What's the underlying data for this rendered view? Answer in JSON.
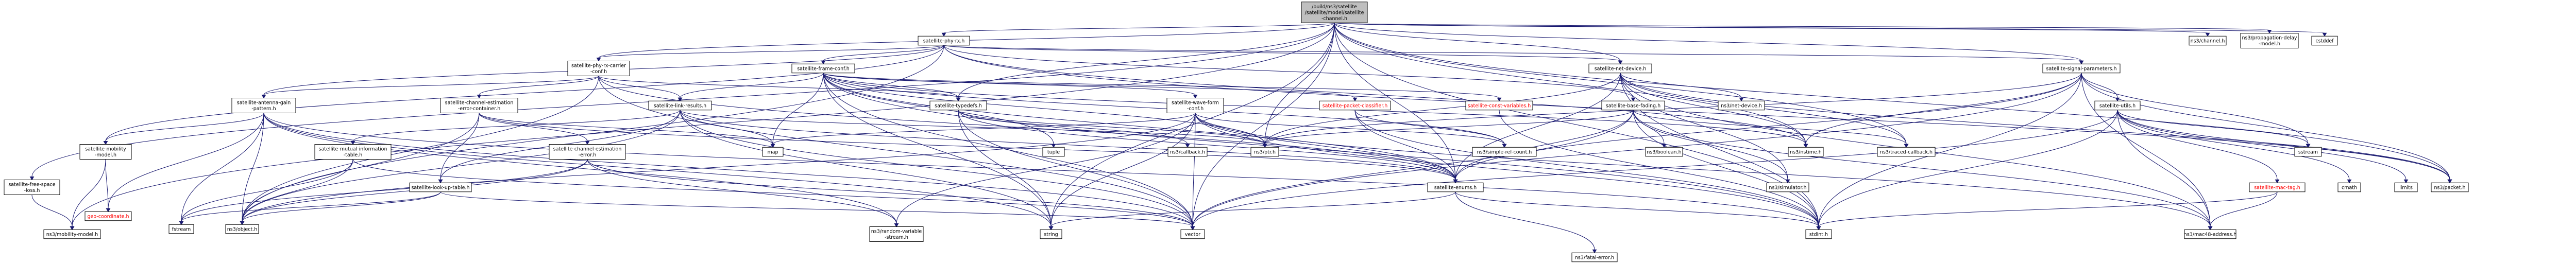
{
  "colors": {
    "root_fill": "#bfbfbf",
    "node_fill": "#ffffff",
    "edge": "#191970",
    "missing_text": "#ff0000"
  },
  "nodes": [
    {
      "id": "root",
      "lines": [
        "/build/ns3/satellite",
        "/satellite/model/satellite",
        "-channel.h"
      ],
      "kind": "root"
    },
    {
      "id": "phy_rx",
      "lines": [
        "satellite-phy-rx.h"
      ]
    },
    {
      "id": "free_space",
      "lines": [
        "satellite-free-space",
        "-loss.h"
      ]
    },
    {
      "id": "phy_rx_carrier",
      "lines": [
        "satellite-phy-rx-carrier",
        "-conf.h"
      ]
    },
    {
      "id": "net_device",
      "lines": [
        "satellite-net-device.h"
      ]
    },
    {
      "id": "signal_params",
      "lines": [
        "satellite-signal-parameters.h"
      ]
    },
    {
      "id": "channel_ns",
      "lines": [
        "ns3/channel.h"
      ]
    },
    {
      "id": "prop_delay",
      "lines": [
        "ns3/propagation-delay",
        "-model.h"
      ]
    },
    {
      "id": "cstddef",
      "lines": [
        "cstddef"
      ]
    },
    {
      "id": "frame_conf",
      "lines": [
        "satellite-frame-conf.h"
      ]
    },
    {
      "id": "antenna_gain",
      "lines": [
        "satellite-antenna-gain",
        "-pattern.h"
      ]
    },
    {
      "id": "chan_est_container",
      "lines": [
        "satellite-channel-estimation",
        "-error-container.h"
      ]
    },
    {
      "id": "link_results",
      "lines": [
        "satellite-link-results.h"
      ]
    },
    {
      "id": "typedefs",
      "lines": [
        "satellite-typedefs.h"
      ]
    },
    {
      "id": "wave_form",
      "lines": [
        "satellite-wave-form",
        "-conf.h"
      ]
    },
    {
      "id": "packet_classifier",
      "lines": [
        "satellite-packet-classifier.h"
      ],
      "missing": true
    },
    {
      "id": "const_vars",
      "lines": [
        "satellite-const-variables.h"
      ],
      "missing": true
    },
    {
      "id": "base_fading",
      "lines": [
        "satellite-base-fading.h"
      ]
    },
    {
      "id": "net_device_ns",
      "lines": [
        "ns3/net-device.h"
      ]
    },
    {
      "id": "utils",
      "lines": [
        "satellite-utils.h"
      ]
    },
    {
      "id": "mobility_model",
      "lines": [
        "satellite-mobility",
        "-model.h"
      ]
    },
    {
      "id": "mutual_info",
      "lines": [
        "satellite-mutual-information",
        "-table.h"
      ]
    },
    {
      "id": "look_up",
      "lines": [
        "satellite-look-up-table.h"
      ]
    },
    {
      "id": "chan_est_error",
      "lines": [
        "satellite-channel-estimation",
        "-error.h"
      ]
    },
    {
      "id": "map",
      "lines": [
        "map"
      ]
    },
    {
      "id": "callback",
      "lines": [
        "ns3/callback.h"
      ]
    },
    {
      "id": "tuple",
      "lines": [
        "tuple"
      ]
    },
    {
      "id": "ptr",
      "lines": [
        "ns3/ptr.h"
      ]
    },
    {
      "id": "simple_ref",
      "lines": [
        "ns3/simple-ref-count.h"
      ]
    },
    {
      "id": "enums",
      "lines": [
        "satellite-enums.h"
      ]
    },
    {
      "id": "nstime",
      "lines": [
        "ns3/nstime.h"
      ]
    },
    {
      "id": "boolean",
      "lines": [
        "ns3/boolean.h"
      ]
    },
    {
      "id": "simulator",
      "lines": [
        "ns3/simulator.h"
      ]
    },
    {
      "id": "traced_cb",
      "lines": [
        "ns3/traced-callback.h"
      ]
    },
    {
      "id": "stdint",
      "lines": [
        "stdint.h"
      ]
    },
    {
      "id": "mac48",
      "lines": [
        "ns3/mac48-address.h"
      ]
    },
    {
      "id": "packet",
      "lines": [
        "ns3/packet.h"
      ]
    },
    {
      "id": "mac_tag",
      "lines": [
        "satellite-mac-tag.h"
      ],
      "missing": true
    },
    {
      "id": "cmath",
      "lines": [
        "cmath"
      ]
    },
    {
      "id": "limits",
      "lines": [
        "limits"
      ]
    },
    {
      "id": "sstream",
      "lines": [
        "sstream"
      ]
    },
    {
      "id": "mobility_ns",
      "lines": [
        "ns3/mobility-model.h"
      ]
    },
    {
      "id": "geo_coord",
      "lines": [
        "geo-coordinate.h"
      ],
      "missing": true
    },
    {
      "id": "fstream",
      "lines": [
        "fstream"
      ]
    },
    {
      "id": "object",
      "lines": [
        "ns3/object.h"
      ]
    },
    {
      "id": "random_var",
      "lines": [
        "ns3/random-variable",
        "-stream.h"
      ]
    },
    {
      "id": "string",
      "lines": [
        "string"
      ]
    },
    {
      "id": "vector",
      "lines": [
        "vector"
      ]
    },
    {
      "id": "fatal_error",
      "lines": [
        "ns3/fatal-error.h"
      ]
    }
  ]
}
